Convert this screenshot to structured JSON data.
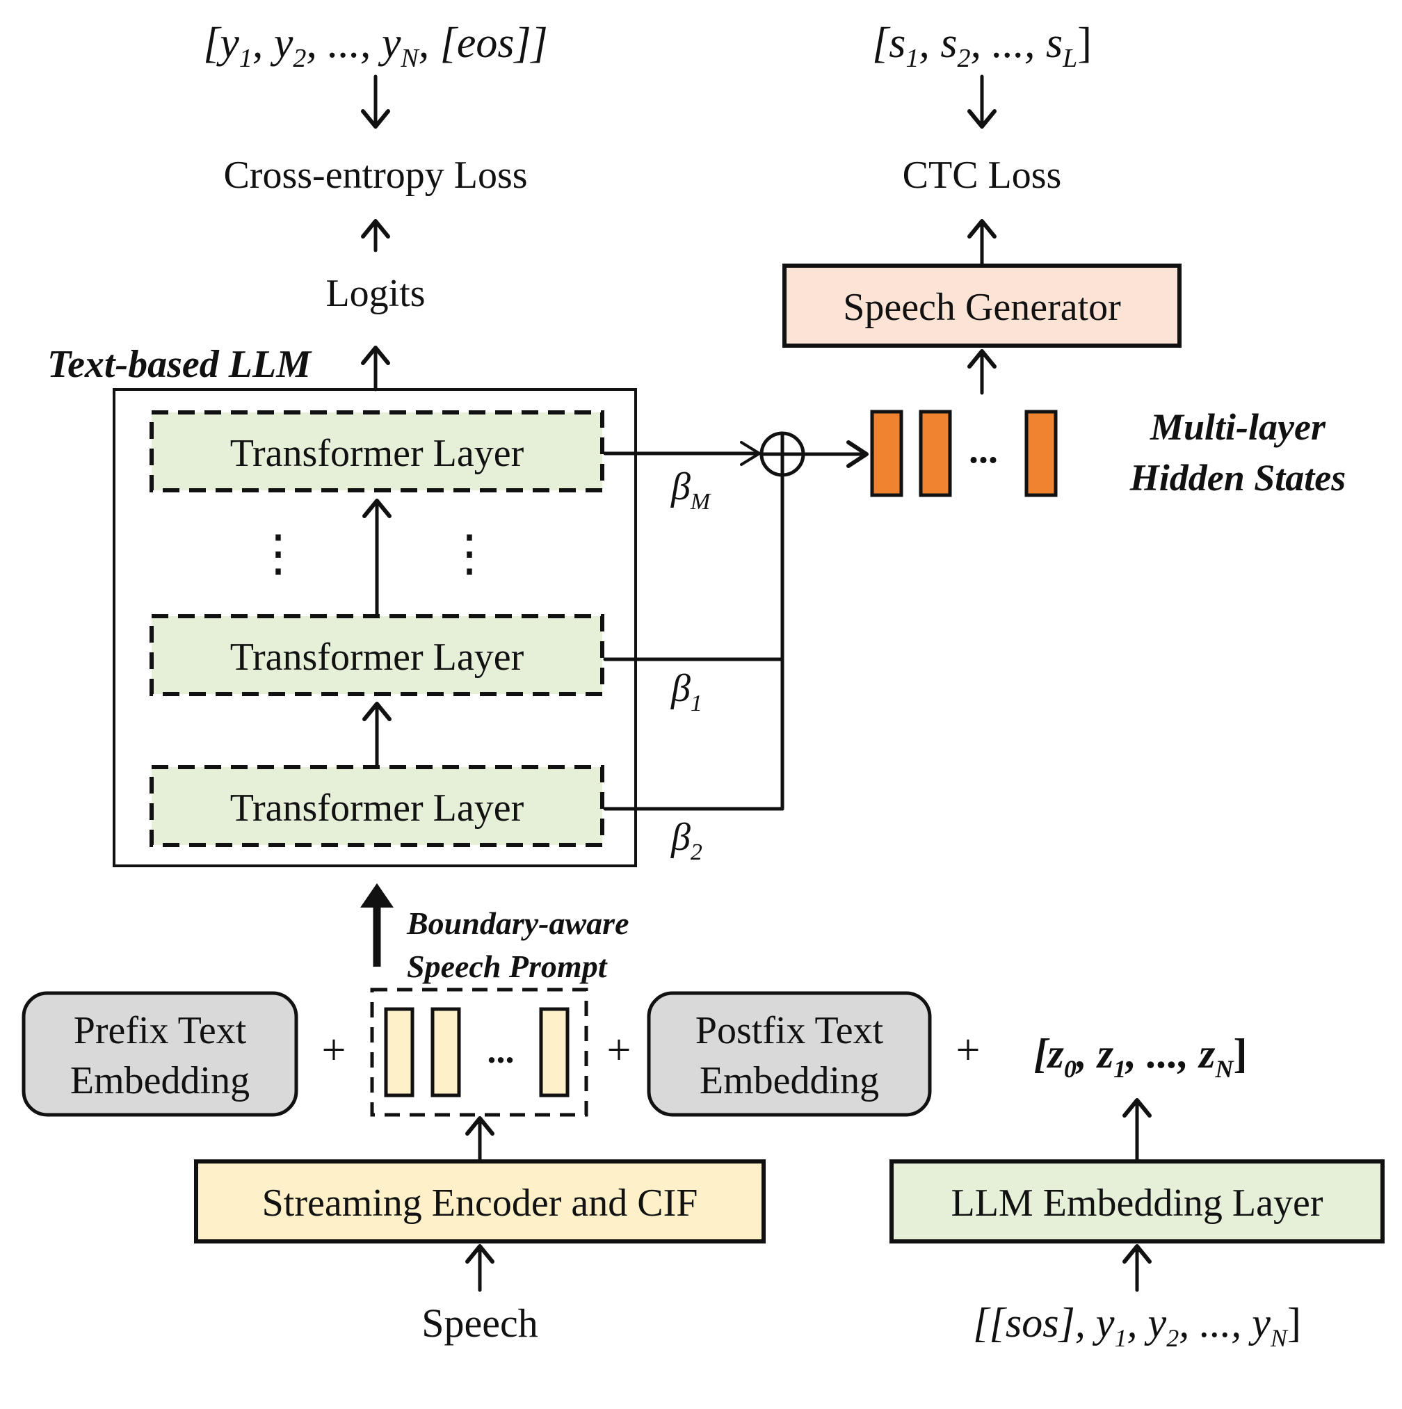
{
  "top_left": {
    "target_seq": {
      "parts": [
        "[y",
        "1",
        ", y",
        "2",
        ", ..., y",
        "N",
        ", [eos]]"
      ]
    },
    "loss": "Cross-entropy Loss",
    "logits": "Logits"
  },
  "top_right": {
    "target_seq": {
      "parts": [
        "[s",
        "1",
        ", s",
        "2",
        ", ..., s",
        "L",
        "]"
      ]
    },
    "loss": "CTC Loss",
    "generator": "Speech Generator"
  },
  "llm": {
    "title": "Text-based LLM",
    "layers": [
      "Transformer Layer",
      "Transformer Layer",
      "Transformer Layer"
    ],
    "weights": [
      {
        "sym": "β",
        "sub": "M"
      },
      {
        "sym": "β",
        "sub": "1"
      },
      {
        "sym": "β",
        "sub": "2"
      }
    ],
    "dots": "⋮"
  },
  "hidden_states": {
    "line1": "Multi-layer",
    "line2": "Hidden States",
    "dots": "..."
  },
  "prompt": {
    "label_line1": "Boundary-aware",
    "label_line2": "Speech Prompt",
    "dots": "..."
  },
  "inputs": {
    "prefix_line1": "Prefix Text",
    "prefix_line2": "Embedding",
    "postfix_line1": "Postfix Text",
    "postfix_line2": "Embedding",
    "plus": "+",
    "z_seq": {
      "parts": [
        "[z",
        "0",
        ", z",
        "1",
        ", ..., z",
        "N",
        "]"
      ]
    },
    "encoder": "Streaming Encoder and CIF",
    "speech": "Speech",
    "embed_layer": "LLM Embedding Layer",
    "source_seq": {
      "parts": [
        "[[sos], y",
        "1",
        ", y",
        "2",
        ", ..., y",
        "N",
        "]"
      ]
    }
  },
  "colors": {
    "green": "#e6f0d9",
    "peach": "#fbe3d5",
    "yellow": "#fef1c9",
    "orange": "#f08330",
    "gray": "#d9d9d9"
  }
}
